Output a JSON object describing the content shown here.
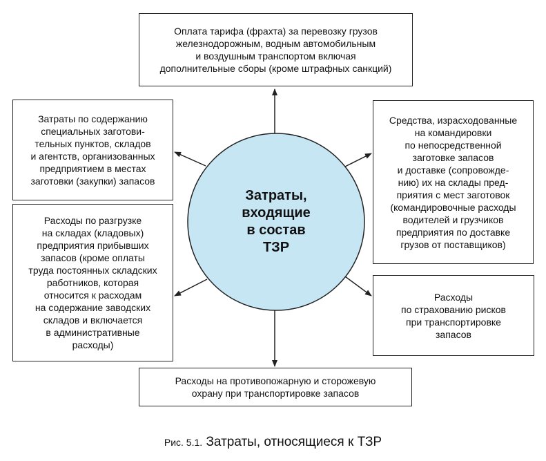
{
  "center": {
    "label": "Затраты,\nвходящие\nв состав\nТЗР",
    "fill": "#c6e6f4"
  },
  "boxes": {
    "top": "Оплата тарифа (фрахта) за перевозку грузов\nжелезнодорожным, водным автомобильным\nи воздушным транспортом включая\nдополнительные сборы (кроме штрафных санкций)",
    "upper_left": "Затраты по содержанию\nспециальных заготови-\nтельных пунктов, складов\nи агентств, организованных\nпредприятием в местах\nзаготовки (закупки) запасов",
    "lower_left": "Расходы по разгрузке\nна складах (кладовых)\nпредприятия прибывших\nзапасов (кроме оплаты\nтруда постоянных складских\nработников, которая\nотносится к расходам\nна содержание заводских\nскладов и включается\nв административные\nрасходы)",
    "upper_right": "Средства, израсходованные\nна командировки\nпо непосредственной\nзаготовке запасов\nи доставке (сопровожде-\nнию) их на склады пред-\nприятия с мест заготовок\n(командировочные расходы\nводителей и грузчиков\nпредприятия по доставке\nгрузов от поставщиков)",
    "lower_right": "Расходы\nпо страхованию рисков\nпри транспортировке\nзапасов",
    "bottom": "Расходы на противопожарную и сторожевую\nохрану при транспортировке запасов"
  },
  "caption": {
    "prefix": "Рис. 5.1.",
    "text": "Затраты, относящиеся к ТЗР"
  }
}
